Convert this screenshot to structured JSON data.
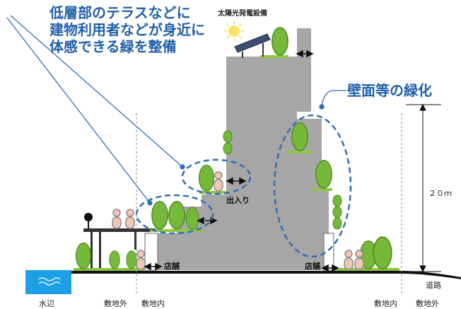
{
  "callout_left": {
    "line1": "低層部のテラスなどに",
    "line2": "建物利用者などが身近に",
    "line3": "体感できる緑を整備"
  },
  "callout_right": {
    "label": "壁面等の緑化"
  },
  "labels": {
    "solar": "太陽光発電設備",
    "entrance": "出入り",
    "shop_left": "店舗",
    "shop_right": "店舗",
    "height": "２０ｍ",
    "road": "道路",
    "waterside": "水辺",
    "site_out_left": "敷地外",
    "site_in_left": "敷地内",
    "site_in_right": "敷地内",
    "site_out_right": "敷地外"
  },
  "colors": {
    "building": "#a6a6a6",
    "tree_fill": "#76b83a",
    "tree_stroke": "#4a8a1e",
    "grass": "#8cc63f",
    "callout_blue": "#1f5fa8",
    "ellipse_blue": "#2f6fb5",
    "water": "#1ea0e6",
    "ground": "#111111",
    "person_fill": "#f2c6b6",
    "person_stroke": "#8b8b8b",
    "sun": "#f7e36a"
  }
}
